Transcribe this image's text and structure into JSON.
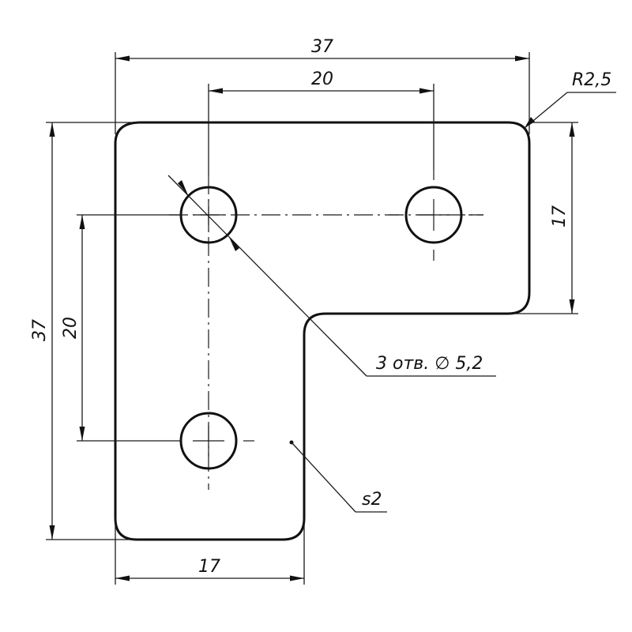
{
  "dimensions": {
    "overall_width": "37",
    "hole_spacing_horizontal": "20",
    "corner_radius": "R2,5",
    "right_arm_height": "17",
    "overall_height": "37",
    "hole_spacing_vertical": "20",
    "bottom_arm_width": "17"
  },
  "callouts": {
    "holes": "3 отв. ∅ 5,2",
    "thickness": "s2"
  },
  "colors": {
    "line": "#111111",
    "background": "#ffffff"
  }
}
